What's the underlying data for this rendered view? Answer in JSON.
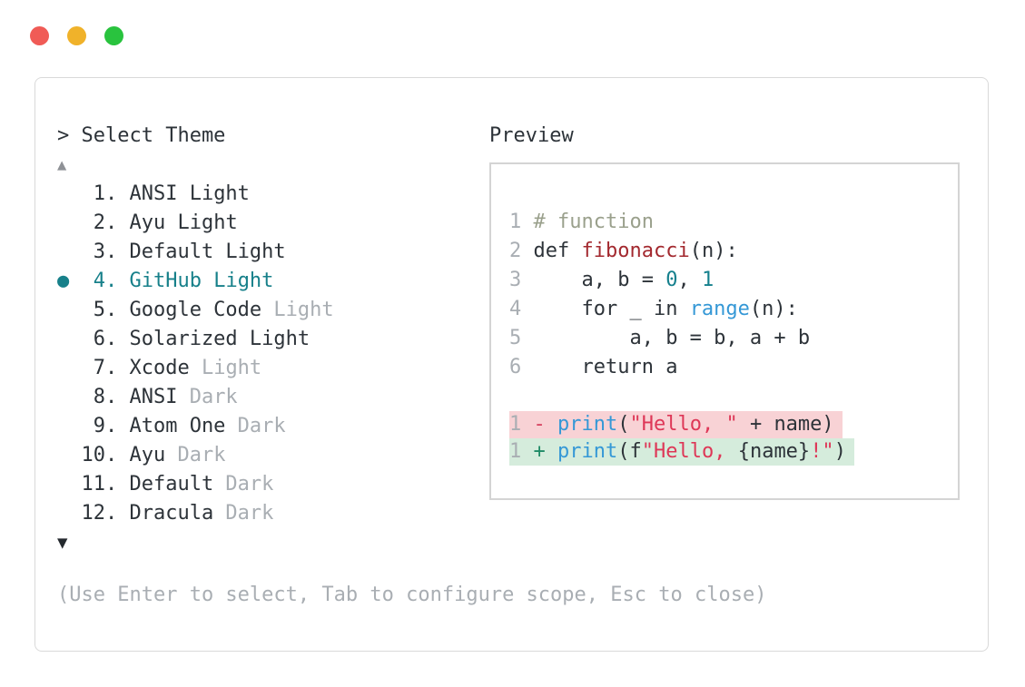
{
  "colors": {
    "text": "#2d3339",
    "muted": "#a9aeb3",
    "selected": "#17808a",
    "comment": "#9aa08c",
    "function": "#a3292f",
    "number": "#15808d",
    "builtin": "#3598d6",
    "string": "#de3757",
    "diff_minus": "#d6415f",
    "diff_plus": "#1f8a66",
    "removed_bg": "#f8d2d5",
    "added_bg": "#d5ecdc",
    "line_number": "#a9aeb3",
    "panel_border": "#d9d9d9",
    "preview_border": "#d4d4d4",
    "scroll_up": "#8e9196",
    "scroll_down": "#24292e",
    "traffic_red": "#f05b56",
    "traffic_yellow": "#f0b22a",
    "traffic_green": "#29c33e"
  },
  "window": {
    "controls": [
      {
        "name": "close",
        "color_key": "traffic_red"
      },
      {
        "name": "minimize",
        "color_key": "traffic_yellow"
      },
      {
        "name": "zoom",
        "color_key": "traffic_green"
      }
    ]
  },
  "theme_picker": {
    "prompt": "> Select Theme",
    "scroll_up_indicator": "▲",
    "scroll_down_indicator": "▼",
    "selected_bullet": "●",
    "items": [
      {
        "number": 1,
        "name": "ANSI",
        "variant": "Light",
        "variant_muted": false,
        "selected": false
      },
      {
        "number": 2,
        "name": "Ayu",
        "variant": "Light",
        "variant_muted": false,
        "selected": false
      },
      {
        "number": 3,
        "name": "Default",
        "variant": "Light",
        "variant_muted": false,
        "selected": false
      },
      {
        "number": 4,
        "name": "GitHub",
        "variant": "Light",
        "variant_muted": false,
        "selected": true
      },
      {
        "number": 5,
        "name": "Google Code",
        "variant": "Light",
        "variant_muted": true,
        "selected": false
      },
      {
        "number": 6,
        "name": "Solarized",
        "variant": "Light",
        "variant_muted": false,
        "selected": false
      },
      {
        "number": 7,
        "name": "Xcode",
        "variant": "Light",
        "variant_muted": true,
        "selected": false
      },
      {
        "number": 8,
        "name": "ANSI",
        "variant": "Dark",
        "variant_muted": true,
        "selected": false
      },
      {
        "number": 9,
        "name": "Atom One",
        "variant": "Dark",
        "variant_muted": true,
        "selected": false
      },
      {
        "number": 10,
        "name": "Ayu",
        "variant": "Dark",
        "variant_muted": true,
        "selected": false
      },
      {
        "number": 11,
        "name": "Default",
        "variant": "Dark",
        "variant_muted": true,
        "selected": false
      },
      {
        "number": 12,
        "name": "Dracula",
        "variant": "Dark",
        "variant_muted": true,
        "selected": false
      }
    ],
    "hint": "(Use Enter to select, Tab to configure scope, Esc to close)"
  },
  "preview": {
    "title": "Preview",
    "code_lines": [
      {
        "num": "1",
        "tokens": [
          {
            "t": "# function",
            "c": "comment"
          }
        ]
      },
      {
        "num": "2",
        "tokens": [
          {
            "t": "def ",
            "c": "text"
          },
          {
            "t": "fibonacci",
            "c": "function"
          },
          {
            "t": "(n):",
            "c": "text"
          }
        ]
      },
      {
        "num": "3",
        "tokens": [
          {
            "t": "    a, b = ",
            "c": "text"
          },
          {
            "t": "0",
            "c": "number"
          },
          {
            "t": ", ",
            "c": "text"
          },
          {
            "t": "1",
            "c": "number"
          }
        ]
      },
      {
        "num": "4",
        "tokens": [
          {
            "t": "    for _ in ",
            "c": "text"
          },
          {
            "t": "range",
            "c": "builtin"
          },
          {
            "t": "(n):",
            "c": "text"
          }
        ]
      },
      {
        "num": "5",
        "tokens": [
          {
            "t": "        a, b = b, a + b",
            "c": "text"
          }
        ]
      },
      {
        "num": "6",
        "tokens": [
          {
            "t": "    return a",
            "c": "text"
          }
        ]
      }
    ],
    "diff_lines": [
      {
        "num": "1",
        "sign": "-",
        "type": "removed",
        "tokens": [
          {
            "t": "print",
            "c": "builtin"
          },
          {
            "t": "(",
            "c": "text"
          },
          {
            "t": "\"Hello, \"",
            "c": "string"
          },
          {
            "t": " + name)",
            "c": "text"
          }
        ]
      },
      {
        "num": "1",
        "sign": "+",
        "type": "added",
        "tokens": [
          {
            "t": "print",
            "c": "builtin"
          },
          {
            "t": "(f",
            "c": "text"
          },
          {
            "t": "\"Hello, ",
            "c": "string"
          },
          {
            "t": "{name}",
            "c": "text"
          },
          {
            "t": "!\"",
            "c": "string"
          },
          {
            "t": ")",
            "c": "text"
          }
        ]
      }
    ]
  }
}
